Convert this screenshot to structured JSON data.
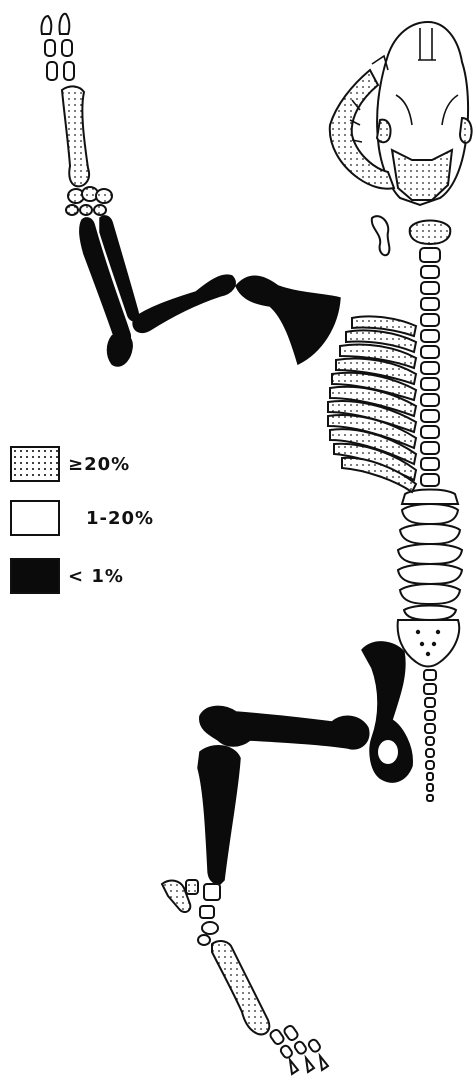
{
  "legend": [
    {
      "key": "high",
      "label": "≥20%",
      "pattern": "dotted"
    },
    {
      "key": "mid",
      "label": "1-20%",
      "pattern": "white"
    },
    {
      "key": "low",
      "label": "< 1%",
      "pattern": "black"
    }
  ],
  "colors": {
    "ink": "#0b0b0b",
    "paper": "#ffffff"
  }
}
